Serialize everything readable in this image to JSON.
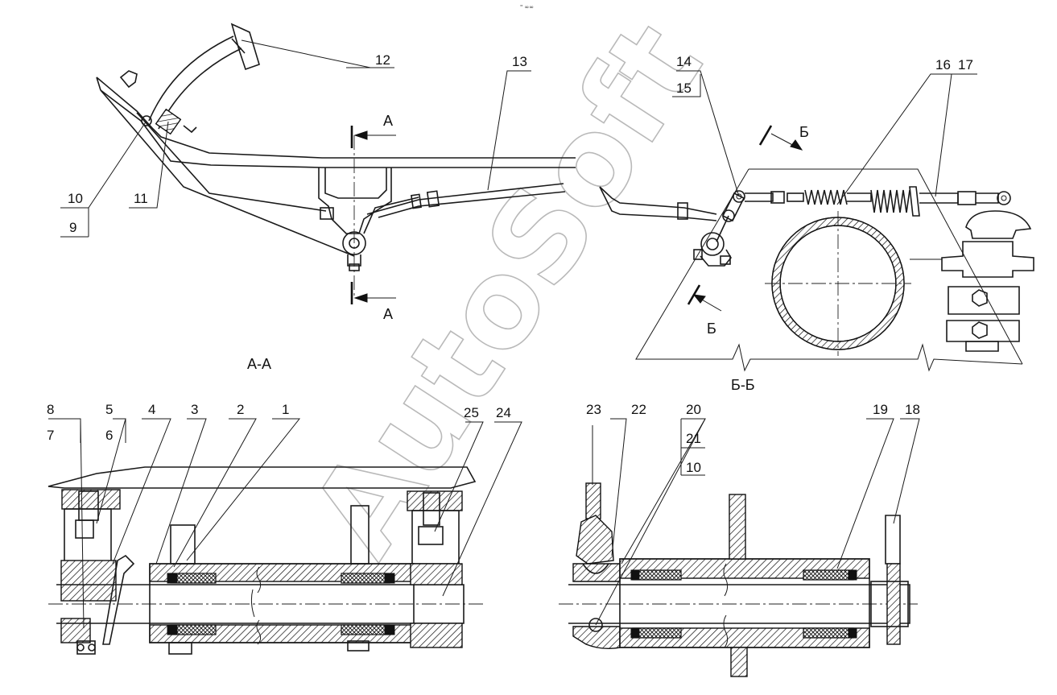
{
  "section_labels": {
    "a_top": "А",
    "a_bottom": "А",
    "b_top": "Б",
    "b_bottom": "Б",
    "a_section_title": "А-А",
    "b_section_title": "Б-Б"
  },
  "callouts": {
    "n1": "1",
    "n2": "2",
    "n3": "3",
    "n4": "4",
    "n5": "5",
    "n6": "6",
    "n7": "7",
    "n8": "8",
    "n9": "9",
    "n10": "10",
    "n10b": "10",
    "n11": "11",
    "n12": "12",
    "n13": "13",
    "n14": "14",
    "n15": "15",
    "n16": "16",
    "n17": "17",
    "n18": "18",
    "n19": "19",
    "n20": "20",
    "n21": "21",
    "n22": "22",
    "n23": "23",
    "n24": "24",
    "n25": "25"
  },
  "watermark": "AutoSoft",
  "top_mark": "\" ∞∞"
}
